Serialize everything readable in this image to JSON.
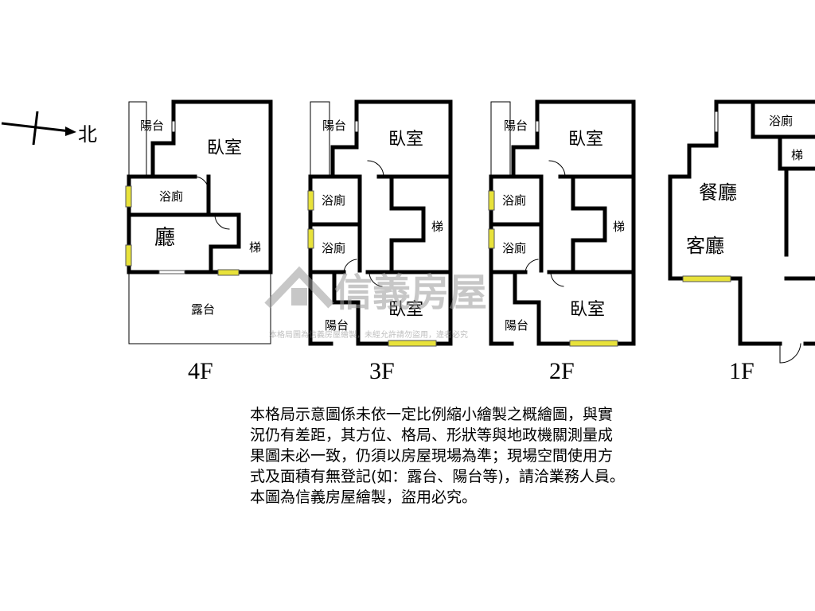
{
  "compass": {
    "label": "北"
  },
  "floors": [
    {
      "id": "4f",
      "label": "4F",
      "rooms": {
        "balcony": "陽台",
        "bedroom": "臥室",
        "bath": "浴廁",
        "living": "廳",
        "stairs": "梯",
        "terrace": "露台"
      }
    },
    {
      "id": "3f",
      "label": "3F",
      "rooms": {
        "balcony": "陽台",
        "bedroom": "臥室",
        "bath1": "浴廁",
        "bath2": "浴廁",
        "stairs": "梯",
        "bedroom2": "臥室",
        "balcony2": "陽台"
      }
    },
    {
      "id": "2f",
      "label": "2F",
      "rooms": {
        "balcony": "陽台",
        "bedroom": "臥室",
        "bath1": "浴廁",
        "bath2": "浴廁",
        "stairs": "梯",
        "bedroom2": "臥室",
        "balcony2": "陽台"
      }
    },
    {
      "id": "1f",
      "label": "1F",
      "rooms": {
        "bath": "浴廁",
        "stairs": "梯",
        "dining": "餐廳",
        "living": "客廳"
      }
    }
  ],
  "watermark": {
    "brand": "信義房屋",
    "caption": "本格局圖為信義房屋繪製，未經允許請勿盜用，違者必究"
  },
  "disclaimer": [
    "本格局示意圖係未依一定比例縮小繪製之概繪圖，與實",
    "況仍有差距，其方位、格局、形狀等與地政機關測量成",
    "果圖未必一致，仍須以房屋現場為準；現場空間使用方",
    "式及面積有無登記(如：露台、陽台等)，請洽業務人員。",
    "本圖為信義房屋繪製，盜用必究。"
  ],
  "colors": {
    "wall": "#000000",
    "window": "#e8e23a",
    "watermark": "#c8c8c8"
  }
}
